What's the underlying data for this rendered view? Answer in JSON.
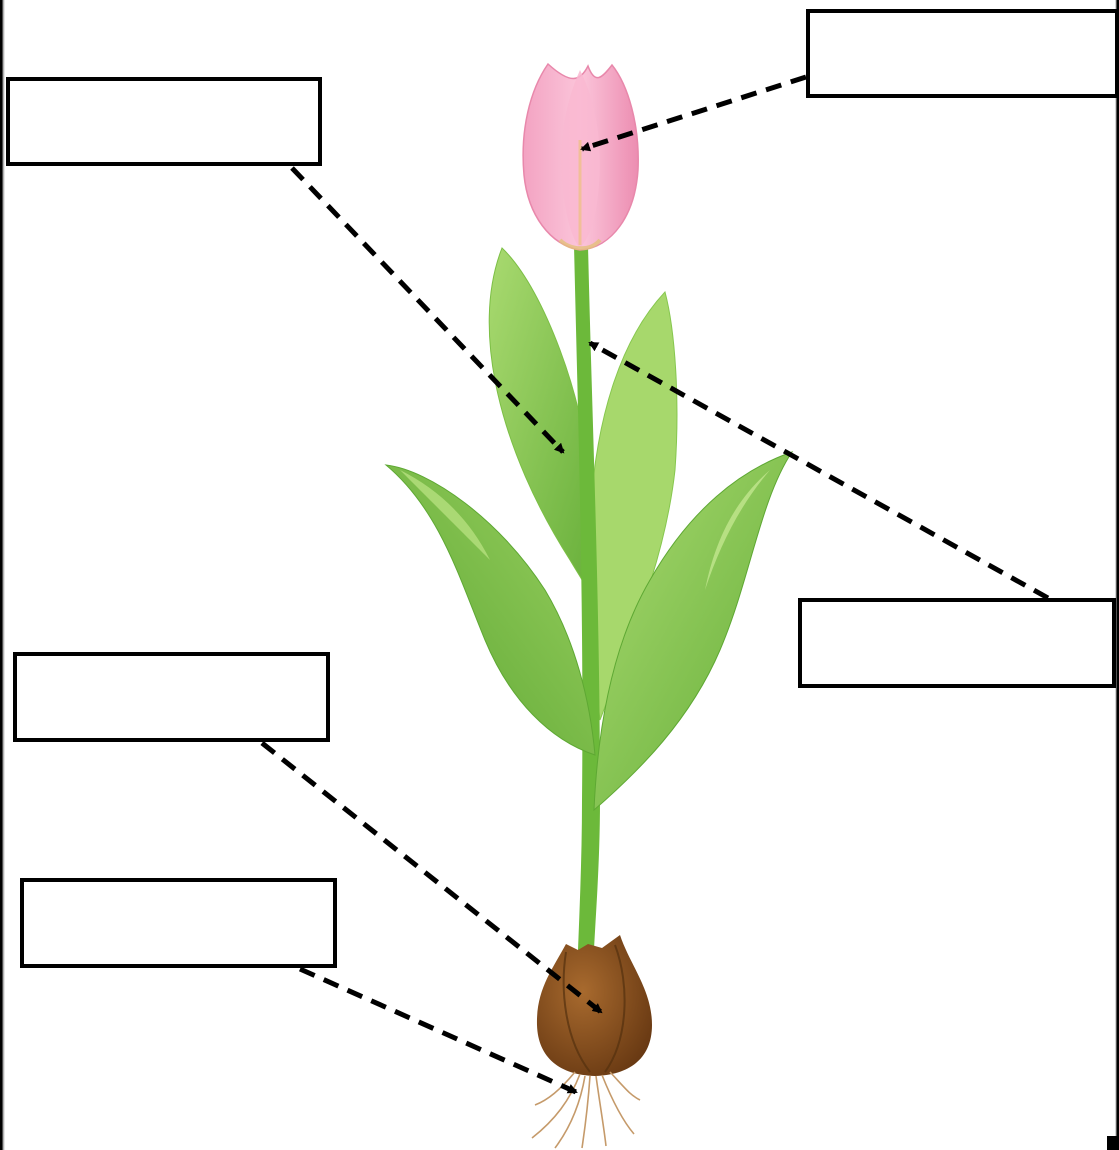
{
  "diagram": {
    "labels": [
      {
        "id": "leaf",
        "text": ""
      },
      {
        "id": "flower",
        "text": ""
      },
      {
        "id": "stem",
        "text": ""
      },
      {
        "id": "bulb",
        "text": ""
      },
      {
        "id": "roots",
        "text": ""
      }
    ],
    "colors": {
      "petal_light": "#f7b6cf",
      "petal_dark": "#ee8fb2",
      "leaf_light": "#9fd463",
      "leaf_dark": "#5ea833",
      "stem": "#6cb93a",
      "bulb_light": "#a0652c",
      "bulb_dark": "#6b3c14",
      "root": "#c59a6a",
      "connector": "#000000"
    }
  }
}
